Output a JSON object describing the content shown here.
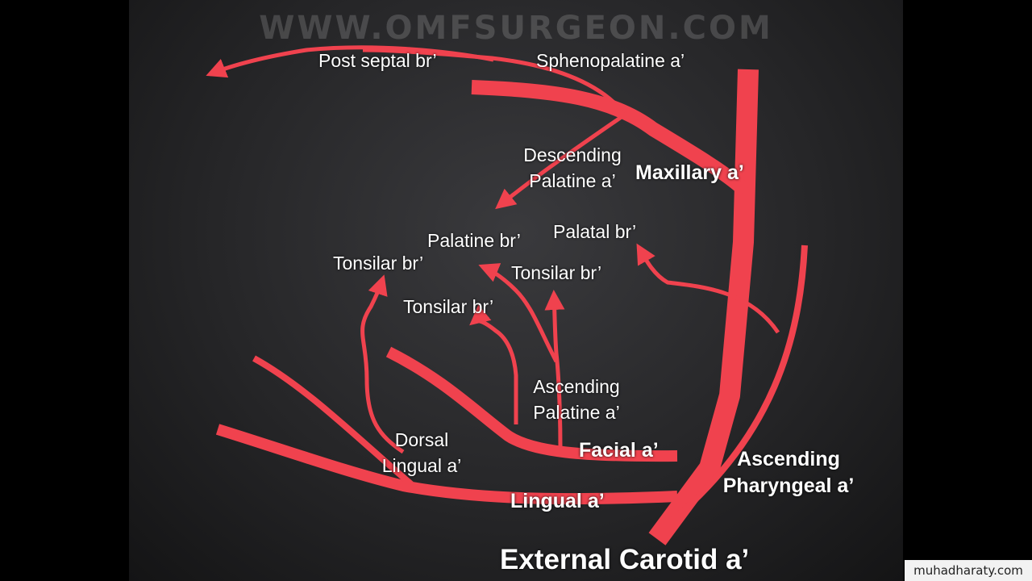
{
  "watermark": "WWW.OMFSURGEON.COM",
  "colors": {
    "artery": "#f0424e",
    "background": "#2a2a2c",
    "label": "#ffffff"
  },
  "labels": {
    "post_septal": "Post septal br’",
    "sphenopalatine": "Sphenopalatine a’",
    "descending_1": "Descending",
    "descending_2": "Palatine a’",
    "maxillary": "Maxillary a’",
    "palatine_br": "Palatine br’",
    "palatal_br": "Palatal br’",
    "tonsilar_left": "Tonsilar br’",
    "tonsilar_right": "Tonsilar br’",
    "tonsilar_mid": "Tonsilar br’",
    "ascending_palatine_1": "Ascending",
    "ascending_palatine_2": "Palatine a’",
    "dorsal_1": "Dorsal",
    "dorsal_2": "Lingual a’",
    "facial": "Facial a’",
    "asc_pharyngeal_1": "Ascending",
    "asc_pharyngeal_2": "Pharyngeal a’",
    "lingual": "Lingual a’",
    "external_carotid": "External Carotid a’"
  },
  "site_tag": "muhadharaty.com"
}
